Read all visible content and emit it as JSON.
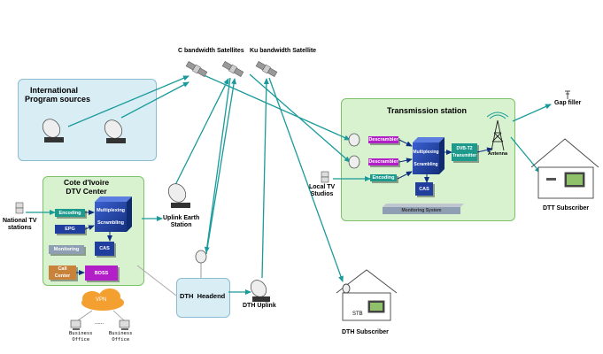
{
  "satellites": {
    "c_band": "C bandwidth Satellites",
    "ku_band": "Ku bandwidth Satellite"
  },
  "international": {
    "title_line1": "International",
    "title_line2": "Program sources"
  },
  "transmission": {
    "title": "Transmission station",
    "descrambler1": "Descrambler",
    "descrambler2": "Descrambler",
    "encoding": "Encoding",
    "mux_line1": "Multiplexing",
    "mux_line2": "Scrambling",
    "cas": "CAS",
    "dvbt2_line1": "DVB-T2",
    "dvbt2_line2": "Transmitter",
    "antenna": "Antenna",
    "monitoring": "Monitoring System"
  },
  "gap_filler": "Gap filler",
  "dtt_subscriber": "DTT Subscriber",
  "local_tv": {
    "line1": "Local TV",
    "line2": "Studios"
  },
  "dtv_center": {
    "title_line1": "Cote d'Ivoire",
    "title_line2": "DTV Center",
    "encoding": "Encoding",
    "epg": "EPG",
    "monitoring": "Monitoring",
    "call_center_line1": "Call",
    "call_center_line2": "Center",
    "mux_line1": "Multiplexing",
    "mux_line2": "Scrambling",
    "cas": "CAS",
    "boss": "BOSS"
  },
  "national_tv": {
    "line1": "National TV",
    "line2": "stations"
  },
  "uplink_earth": {
    "line1": "Uplink Earth",
    "line2": "Station"
  },
  "dth_headend": "DTH  Headend",
  "dth_uplink": "DTH Uplink",
  "dth_subscriber": "DTH Subscriber",
  "stb": "STB",
  "vpn": "VPN",
  "business_office1": {
    "line1": "Business",
    "line2": "Office"
  },
  "business_office2": {
    "line1": "Business",
    "line2": "Office"
  },
  "ellipsis": "......",
  "colors": {
    "link": "#1a9a9a",
    "module_blue": "#1f3e9e",
    "module_purple": "#b21fc8",
    "module_teal": "#1d9a8c",
    "module_grey": "#8f9fb3",
    "module_orange": "#c8823a",
    "panel_blue": "#d9edf5",
    "panel_green": "#d8f2cf",
    "vpn_orange": "#f3a030"
  }
}
